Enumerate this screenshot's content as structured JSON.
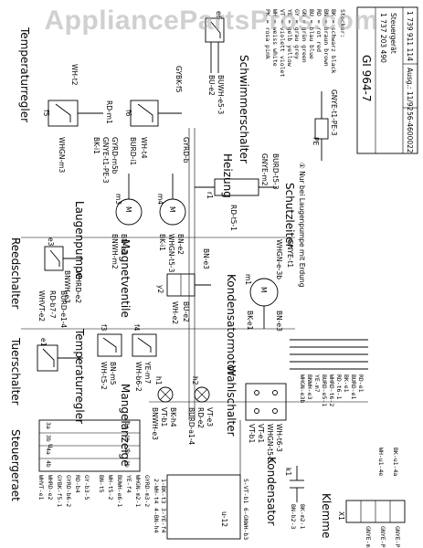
{
  "watermark": "AppliancePartsPros.com",
  "components": {
    "steuergeraet": "Steuergeraet",
    "u_label": "u",
    "u12": "u-12",
    "tuerschalter": "Tuerschalter",
    "e1": "e1",
    "reedschalter": "Reedschalter",
    "e3": "e3",
    "temperaturregler_1": "Temperaturregler",
    "f5": "f5",
    "f6": "f6",
    "temperaturregler_2": "Temperaturregler",
    "f3": "f3",
    "f4": "f4",
    "laugenpumpe": "Laugenpumpe",
    "m3": "m3",
    "m4": "m4",
    "schwimmerschalter": "Schwimmerschalter",
    "e6": "e6",
    "schutzleiter": "Schutzleiter",
    "pe": "PE",
    "heizung": "Heizung",
    "r1": "r1",
    "magnetventile": "Magnetventile",
    "y2": "y2",
    "kondensatormotor": "Kondensatormotor",
    "m1": "m1",
    "mangelanzeige": "Mangelanzeige",
    "h1": "h1",
    "h2": "h2",
    "wahlschalter": "Wahlschalter",
    "kondensator": "Kondensator",
    "k1": "k1",
    "klemme": "Klemme",
    "x1": "X1",
    "footnote": "① Nur bei Laugenpumpe mit Erdung"
  },
  "wire_labels": {
    "tuer": [
      "BURD-e1-4",
      "RD-b7-7",
      "WHVT-e2"
    ],
    "reed": [
      "WHRD-e2",
      "BNWH-e3"
    ],
    "temp1_f5": [
      "RD-m1",
      "WH-t2",
      "WHGN-m3",
      "WHGN-m3"
    ],
    "temp1_f6": [
      "GYBK-f5",
      "WH-t4",
      "BURD-i1"
    ],
    "temp2_f3": [
      "BN-m5",
      "WH-t5-2"
    ],
    "temp2_f4": [
      "YE-m7",
      "WH-b6-2"
    ],
    "laugen": [
      "GYRD-m5b",
      "GNYE-t1-PE-3",
      "BK-i1",
      "BN-e2",
      "BNWH-m2",
      "GYRD-b",
      "BN-e2",
      "WHGN-t5-3",
      "BK-i1"
    ],
    "schwimmer": [
      "BUWH-e5-3",
      "BU-e2"
    ],
    "schutz": [
      "GNYE-t1-PE-3"
    ],
    "heizung": [
      "BURD-t5-3",
      "GNYE-m2",
      "RD-t5-1"
    ],
    "magnet": [
      "BN-e3",
      "BU-e2",
      "WH-e2"
    ],
    "kond_motor": [
      "WHGN-e-3b",
      "BN-e3",
      "BK-e1",
      "GNYE-t1"
    ],
    "mangel": [
      "BK-h4",
      "VT-b1",
      "BNWH-e3",
      "VT-e3",
      "RD-e2",
      "BURD-a1-4"
    ],
    "wahl": [
      "WH-t6-3",
      "WHGN-t5-3",
      "VT-e1",
      "VT-b1"
    ],
    "wahl_right": [
      "RD-e1",
      "BURD-e1",
      "BK-e1",
      "RD-t6-1",
      "WHRD-t6-2",
      "BURD-e5-1",
      "YE-m7",
      "BNWH-e3",
      "WHGN-e3b"
    ],
    "steuer_top": [
      "WHVT-e1",
      "WHRD-e2",
      "GYBK-f5-1",
      "GYRD-b6-2",
      "RD-b4",
      "GY-b3-5"
    ],
    "steuer_mid": [
      "BN-t5",
      "WH-t5-2",
      "BUWH-e6-1",
      "YE-f4",
      "WHGN-m2-1",
      "GYRD-m3-2"
    ],
    "kondensator": [
      "BK-m2-1",
      "BN-b2-3"
    ],
    "klemme": [
      "BK-u1-4a",
      "WH-u1-4e",
      "GNYE-PE-1",
      "GNYE-PE2",
      "GNYE-m3"
    ],
    "u12_bottom": [
      "1-BK-t3",
      "2-WH-t4",
      "3-YE-f4",
      "4-BN-h4",
      "5-VT-b1",
      "6-GNWH-b3"
    ],
    "blocks": [
      "1a",
      "1b",
      "2a",
      "2b",
      "3a",
      "3b",
      "4a",
      "4b"
    ]
  },
  "legend_heading": "Stecker:",
  "color_codes": [
    {
      "code": "BK",
      "de": "schwarz",
      "en": "black"
    },
    {
      "code": "BN",
      "de": "braun",
      "en": "brown"
    },
    {
      "code": "RD",
      "de": "rot",
      "en": "red"
    },
    {
      "code": "BU",
      "de": "blau",
      "en": "blue"
    },
    {
      "code": "GN",
      "de": "grün",
      "en": "green"
    },
    {
      "code": "GY",
      "de": "grau",
      "en": "grey"
    },
    {
      "code": "YE",
      "de": "gelb",
      "en": "yellow"
    },
    {
      "code": "VT",
      "de": "violett",
      "en": "violet"
    },
    {
      "code": "WH",
      "de": "weiss",
      "en": "white"
    },
    {
      "code": "PK",
      "de": "rosa",
      "en": "pink"
    }
  ],
  "title_block": {
    "drawing_no": "1 739 911 114",
    "ausg": "Ausg.: 11/92",
    "doc_no": "56-4600022",
    "device_label": "Steuergerät",
    "device_no": "1 737 203 490",
    "model": "GI 964-7"
  }
}
